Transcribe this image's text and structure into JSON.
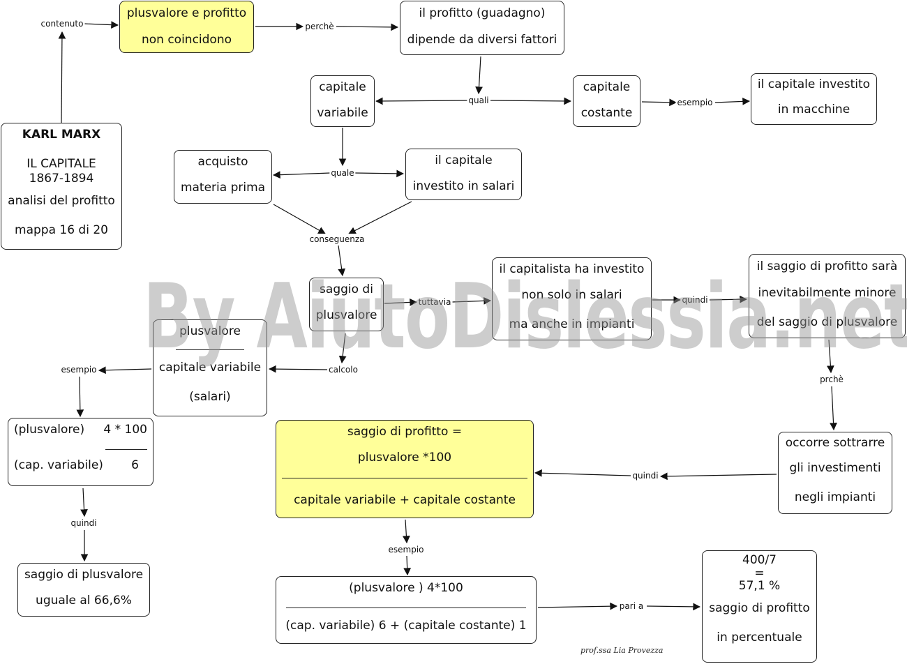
{
  "nodes": {
    "marx": {
      "title": "KARL MARX",
      "work": "IL CAPITALE",
      "years": "1867-1894",
      "topic": "analisi del profitto",
      "map": "mappa 16 di 20"
    },
    "plusvalore_profitto": {
      "l1": "plusvalore e profitto",
      "l2": "non coincidono"
    },
    "profitto_guadagno": {
      "l1": "il profitto (guadagno)",
      "l2": "dipende da diversi fattori"
    },
    "capitale_variabile": {
      "l1": "capitale",
      "l2": "variabile"
    },
    "capitale_costante": {
      "l1": "capitale",
      "l2": "costante"
    },
    "capitale_macchine": {
      "l1": "il capitale investito",
      "l2": "in macchine"
    },
    "acquisto": {
      "l1": "acquisto",
      "l2": "materia prima"
    },
    "capitale_salari": {
      "l1": "il capitale",
      "l2": "investito in salari"
    },
    "saggio_plusvalore": {
      "l1": "saggio di",
      "l2": "plusvalore"
    },
    "capitalista": {
      "l1": "il capitalista ha investito",
      "l2": "non solo in salari",
      "l3": "ma anche in impianti"
    },
    "saggio_minore": {
      "l1": "il saggio di profitto sarà",
      "l2": "inevitabilmente minore",
      "l3": "del saggio di plusvalore"
    },
    "formula_plusvalore": {
      "num": "plusvalore",
      "den1": "capitale variabile",
      "den2": "(salari)"
    },
    "esempio_plusvalore": {
      "num_label": "(plusvalore)",
      "num_value": "4 * 100",
      "den_label": "(cap. variabile)",
      "den_value": "6"
    },
    "saggio_66": {
      "l1": "saggio di plusvalore",
      "l2": "uguale al 66,6%"
    },
    "formula_profitto": {
      "l1": "saggio di profitto =",
      "l2": "plusvalore *100",
      "den": "capitale variabile + capitale costante"
    },
    "sottrarre": {
      "l1": "occorre sottrarre",
      "l2": "gli investimenti",
      "l3": "negli impianti"
    },
    "esempio_profitto": {
      "num": "(plusvalore ) 4*100",
      "den": "(cap. variabile) 6 + (capitale costante) 1"
    },
    "risultato": {
      "l1": "400/7",
      "l2": "=",
      "l3": "57,1 %",
      "l4": "saggio di profitto",
      "l5": "in percentuale"
    }
  },
  "links": {
    "contenuto": "contenuto",
    "perche": "perchè",
    "quali": "quali",
    "esempio_macchine": "esempio",
    "quale": "quale",
    "conseguenza": "conseguenza",
    "tuttavia": "tuttavia",
    "quindi_minore": "quindi",
    "calcolo": "calcolo",
    "esempio_plusvalore": "esempio",
    "quindi_66": "quindi",
    "prche": "prchè",
    "quindi_formula": "quindi",
    "esempio_profitto": "esempio",
    "pari_a": "pari a"
  },
  "watermark": "By AiutoDislessia.net",
  "signature": "prof.ssa Lia Provezza",
  "colors": {
    "highlight": "#ffff99",
    "border": "#222222",
    "watermark": "#969696"
  }
}
